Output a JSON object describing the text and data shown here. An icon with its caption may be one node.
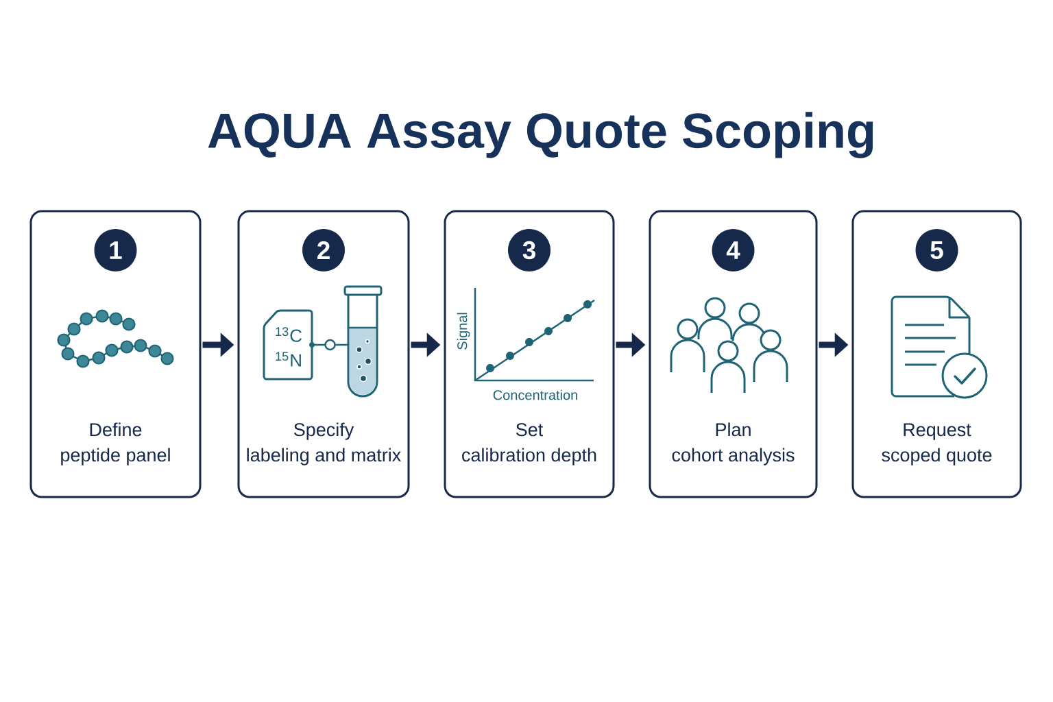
{
  "diagram": {
    "title": "AQUA Assay Quote Scoping",
    "nodes": [
      {
        "text": [
          "Define",
          "peptide panel"
        ]
      },
      {
        "text": [
          "1"
        ],
        "in": 0
      },
      {
        "text": [
          "Specify",
          "labeling and matrix"
        ]
      },
      {
        "text": [
          "2"
        ],
        "in": 2
      },
      {
        "text": [
          "$^{13}$C",
          "$^{15}$N"
        ],
        "in": 2
      },
      {
        "text": [],
        "shape": "picture",
        "in": 2
      },
      {
        "text": [
          "Set",
          "calibration depth"
        ]
      },
      {
        "text": [
          "3"
        ],
        "in": 6
      },
      {
        "text": [
          "Plan",
          "cohort analysis"
        ]
      },
      {
        "text": [
          "4"
        ],
        "in": 8
      },
      {
        "text": [
          "Request",
          "scoped quote"
        ]
      },
      {
        "text": [
          "5"
        ],
        "in": 10
      }
    ],
    "edges": [
      {
        "from": 0,
        "to": 2,
        "arrow": "to"
      },
      {
        "from": 2,
        "to": 6,
        "arrow": "to"
      },
      {
        "from": 6,
        "to": 8,
        "arrow": "to"
      },
      {
        "from": 8,
        "to": 10,
        "arrow": "to"
      },
      {
        "from": 4,
        "to": 5,
        "arrow": "none",
        "color": "#1f6476"
      }
    ],
    "labels": [
      "Signal",
      "Concentration"
    ]
  }
}
